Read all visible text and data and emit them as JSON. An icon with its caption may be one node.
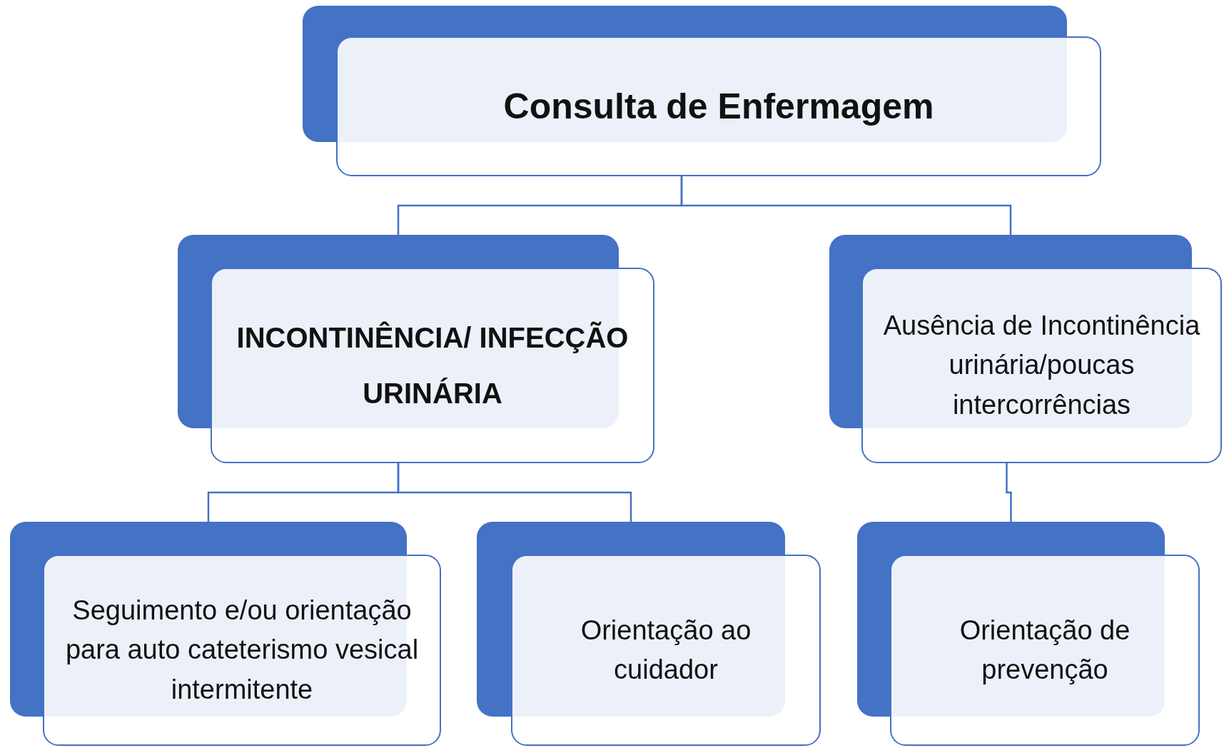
{
  "diagram": {
    "nodes": [
      {
        "text": [
          "Consulta de Enfermagem"
        ]
      },
      {
        "text": [
          "INCONTINÊNCIA/ INFECÇÃO URINÁRIA"
        ]
      },
      {
        "text": [
          "Ausência de Incontinência urinária/poucas intercorrências"
        ]
      },
      {
        "text": [
          "Seguimento e/ou orientação para auto cateterismo vesical intermitente"
        ]
      },
      {
        "text": [
          "Orientação ao cuidador"
        ]
      },
      {
        "text": [
          "Orientação de prevenção"
        ]
      }
    ],
    "edges": [
      {
        "from": 0,
        "to": 1,
        "arrow": "none"
      },
      {
        "from": 0,
        "to": 2,
        "arrow": "none"
      },
      {
        "from": 1,
        "to": 3,
        "arrow": "none"
      },
      {
        "from": 1,
        "to": 4,
        "arrow": "none"
      },
      {
        "from": 2,
        "to": 5,
        "arrow": "none"
      }
    ]
  }
}
